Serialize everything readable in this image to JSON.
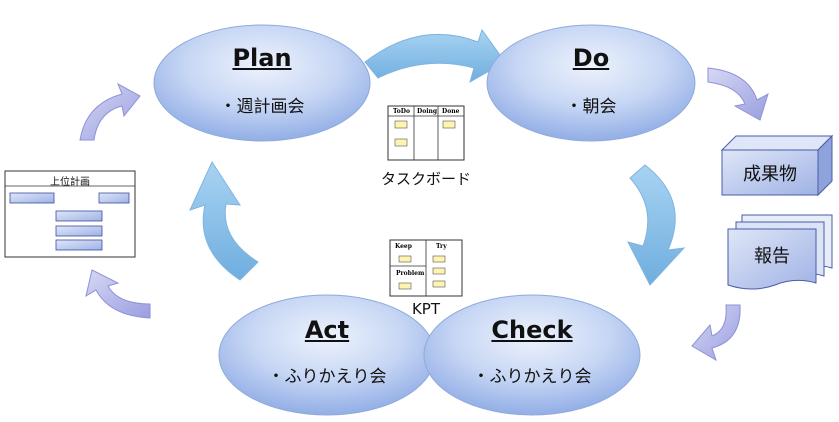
{
  "phases": {
    "plan": {
      "title": "Plan",
      "sub": "・週計画会"
    },
    "do": {
      "title": "Do",
      "sub": "・朝会"
    },
    "check": {
      "title": "Check",
      "sub": "・ふりかえり会"
    },
    "act": {
      "title": "Act",
      "sub": "・ふりかえり会"
    }
  },
  "taskboard": {
    "caption": "タスクボード",
    "columns": [
      "ToDo",
      "Doing",
      "Done"
    ]
  },
  "kpt": {
    "caption": "KPT",
    "keep": "Keep",
    "try": "Try",
    "problem": "Problem"
  },
  "upper_plan": {
    "title": "上位計画"
  },
  "outputs": {
    "deliverable": "成果物",
    "report": "報告"
  },
  "colors": {
    "ellipse_light": "#e4ecfa",
    "ellipse_dark": "#9db6ea",
    "ellipse_stroke": "#8eaadb",
    "big_arrow": "#8cc3ec",
    "curved_arrow": "#b3b6ea",
    "box_fill": "#b8c6ec",
    "sticky": "#fff3b0"
  }
}
